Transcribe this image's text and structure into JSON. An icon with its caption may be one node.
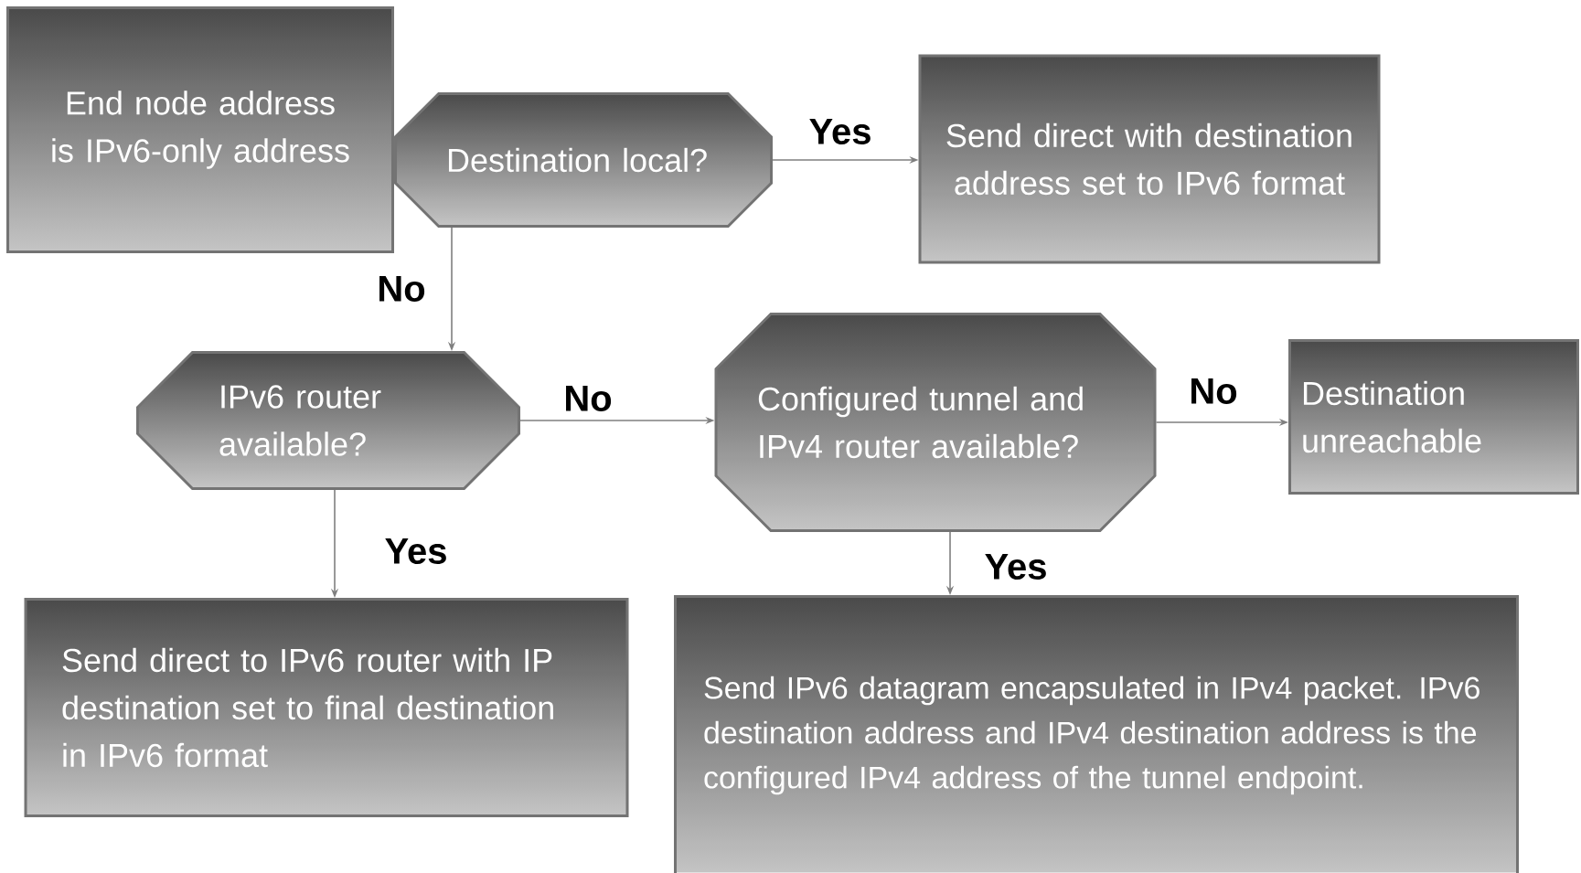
{
  "diagram": {
    "nodes": [
      {
        "text": [
          "End node address is IPv6-only address"
        ]
      },
      {
        "text": [
          "Destination local?"
        ]
      },
      {
        "text": [
          "Send direct with destination address set to IPv6 format"
        ]
      },
      {
        "text": [
          "IPv6 router available?"
        ]
      },
      {
        "text": [
          "Configured tunnel and IPv4 router available?"
        ]
      },
      {
        "text": [
          "Destination unreachable"
        ]
      },
      {
        "text": [
          "Send direct to IPv6 router with IP destination set to final destination in IPv6 format"
        ]
      },
      {
        "text": [
          "Send IPv6 datagram encapsulated in IPv4 packet.  IPv6 destination address and IPv4 destination address is the configured IPv4 address of the tunnel endpoint."
        ]
      }
    ],
    "edges": [
      {
        "from": 1,
        "to": 2,
        "arrow": "to",
        "label": "Yes"
      },
      {
        "from": 1,
        "to": 3,
        "arrow": "to",
        "label": "No"
      },
      {
        "from": 3,
        "to": 4,
        "arrow": "to",
        "label": "No"
      },
      {
        "from": 4,
        "to": 5,
        "arrow": "to",
        "label": "No"
      },
      {
        "from": 3,
        "to": 6,
        "arrow": "to",
        "label": "Yes"
      },
      {
        "from": 4,
        "to": 7,
        "arrow": "to",
        "label": "Yes"
      }
    ]
  }
}
